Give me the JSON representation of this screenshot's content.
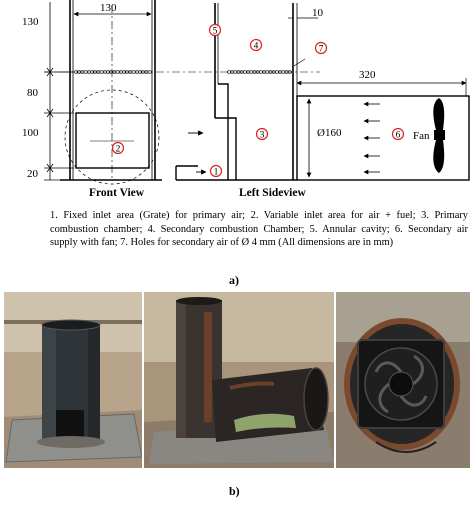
{
  "drawing": {
    "dims": {
      "d130": "130",
      "v130": "130",
      "v80": "80",
      "v100": "100",
      "v20": "20",
      "d10": "10",
      "d320": "320",
      "d160": "Ø160"
    },
    "markers": [
      "1",
      "2",
      "3",
      "4",
      "5",
      "6",
      "7"
    ],
    "fan_label": "Fan",
    "view_labels": {
      "front": "Front View",
      "side": "Left Sideview"
    }
  },
  "caption": "1. Fixed inlet area (Grate) for primary air; 2. Variable inlet area for air + fuel; 3. Primary combustion chamber; 4. Secondary combustion Chamber; 5. Annular cavity; 6. Secondary air supply with fan; 7. Holes for secondary air of Ø 4 mm (All dimensions are in mm)",
  "panel_labels": {
    "a": "a)",
    "b": "b)"
  }
}
